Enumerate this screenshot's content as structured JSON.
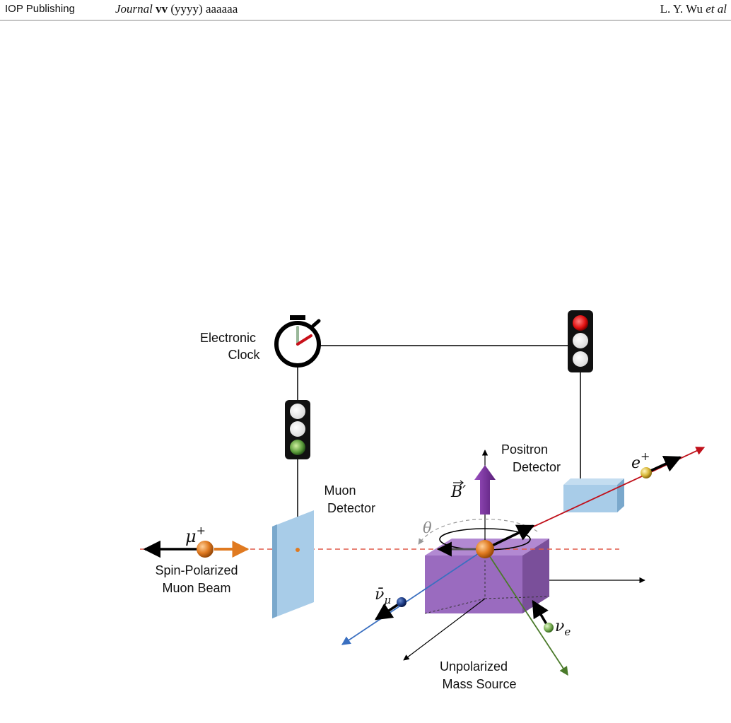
{
  "header": {
    "publisher": "IOP Publishing",
    "journal_name": "Journal",
    "journal_volume": "vv",
    "journal_year": "(yyyy)",
    "journal_article": "aaaaaa",
    "authors": "L. Y. Wu",
    "authors_suffix": "et al"
  },
  "figure": {
    "labels": {
      "clock_line1": "Electronic",
      "clock_line2": "Clock",
      "positron_line1": "Positron",
      "positron_line2": "Detector",
      "muon_det_line1": "Muon",
      "muon_det_line2": "Detector",
      "beam_line1": "Spin-Polarized",
      "beam_line2": "Muon Beam",
      "source_line1": "Unpolarized",
      "source_line2": "Mass Source"
    },
    "symbols": {
      "muon": "μ",
      "muon_charge": "+",
      "positron": "e",
      "positron_charge": "+",
      "magnetic_field": "B′",
      "angle": "θ",
      "antineutrino": "ν̄",
      "antineutrino_sub": "μ",
      "neutrino": "ν",
      "neutrino_sub": "e"
    },
    "colors": {
      "muon_ball": "#e07a20",
      "positron_ball": "#d9b83a",
      "antineutrino_ball": "#1f3f8a",
      "neutrino_ball": "#7fb35a",
      "beam_dash": "#e05a4a",
      "positron_track": "#c0101a",
      "antineutrino_track": "#3a6fc0",
      "neutrino_track": "#4a7a2a",
      "source_box": "#9a6bbf",
      "field_arrow": "#7a2f9a",
      "detector": "#a8cce8",
      "light_red": "#e01010",
      "light_green": "#5a9a3a"
    }
  }
}
